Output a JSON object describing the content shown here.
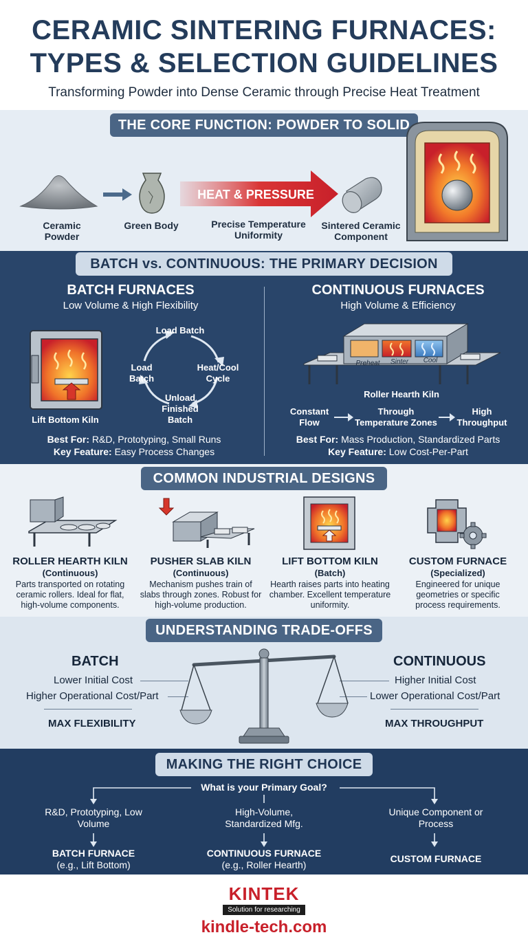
{
  "header": {
    "title_line1": "CERAMIC SINTERING FURNACES:",
    "title_line2": "TYPES & SELECTION GUIDELINES",
    "subtitle": "Transforming Powder into Dense Ceramic through Precise Heat Treatment"
  },
  "core": {
    "heading": "THE CORE FUNCTION: POWDER TO SOLID",
    "powder_label": "Ceramic Powder",
    "green_label": "Green Body",
    "heat_label": "HEAT & PRESSURE",
    "precise_label": "Precise Temperature Uniformity",
    "sintered_label": "Sintered Ceramic Component"
  },
  "batch_vs": {
    "heading": "BATCH vs. CONTINUOUS: THE PRIMARY DECISION",
    "batch": {
      "title": "BATCH FURNACES",
      "subtitle": "Low Volume & High Flexibility",
      "kiln_label": "Lift Bottom Kiln",
      "cycle": {
        "top": "Load Batch",
        "right": "Heat/Cool Cycle",
        "bottom": "Unload Finished Batch",
        "left": "Load Batch"
      },
      "best_for_label": "Best For:",
      "best_for_value": "R&D, Prototyping, Small Runs",
      "key_feature_label": "Key Feature:",
      "key_feature_value": "Easy Process Changes"
    },
    "continuous": {
      "title": "CONTINUOUS FURNACES",
      "subtitle": "High Volume & Efficiency",
      "zones": [
        "Preheat",
        "Sinter",
        "Cool"
      ],
      "kiln_label": "Roller Hearth Kiln",
      "flow": [
        "Constant Flow",
        "Through Temperature Zones",
        "High Throughput"
      ],
      "best_for_label": "Best For:",
      "best_for_value": "Mass Production, Standardized Parts",
      "key_feature_label": "Key Feature:",
      "key_feature_value": "Low Cost-Per-Part"
    }
  },
  "designs": {
    "heading": "COMMON INDUSTRIAL DESIGNS",
    "items": [
      {
        "title": "ROLLER HEARTH KILN",
        "type": "(Continuous)",
        "desc": "Parts transported on rotating ceramic rollers. Ideal for flat, high-volume components.",
        "icon": "roller-hearth-icon"
      },
      {
        "title": "PUSHER SLAB KILN",
        "type": "(Continuous)",
        "desc": "Mechanism pushes train of slabs through zones. Robust for high-volume production.",
        "icon": "pusher-slab-icon"
      },
      {
        "title": "LIFT BOTTOM KILN",
        "type": "(Batch)",
        "desc": "Hearth raises parts into heating chamber. Excellent temperature uniformity.",
        "icon": "lift-bottom-icon"
      },
      {
        "title": "CUSTOM FURNACE",
        "type": "(Specialized)",
        "desc": "Engineered for unique geometries or specific process requirements.",
        "icon": "custom-furnace-icon"
      }
    ]
  },
  "tradeoffs": {
    "heading": "UNDERSTANDING TRADE-OFFS",
    "batch": {
      "title": "BATCH",
      "line1": "Lower Initial Cost",
      "line2": "Higher Operational Cost/Part",
      "max": "MAX FLEXIBILITY"
    },
    "continuous": {
      "title": "CONTINUOUS",
      "line1": "Higher Initial Cost",
      "line2": "Lower Operational Cost/Part",
      "max": "MAX THROUGHPUT"
    }
  },
  "choice": {
    "heading": "MAKING THE RIGHT CHOICE",
    "question": "What is your Primary Goal?",
    "branches": [
      {
        "goal": "R&D, Prototyping, Low Volume",
        "result": "BATCH FURNACE",
        "example": "(e.g., Lift Bottom)"
      },
      {
        "goal": "High-Volume, Standardized Mfg.",
        "result": "CONTINUOUS FURNACE",
        "example": "(e.g., Roller Hearth)"
      },
      {
        "goal": "Unique Component or Process",
        "result": "CUSTOM FURNACE",
        "example": ""
      }
    ]
  },
  "footer": {
    "brand": "KINTEK",
    "tagline": "Solution for researching",
    "website": "kindle-tech.com",
    "brand_color": "#c8202a"
  }
}
